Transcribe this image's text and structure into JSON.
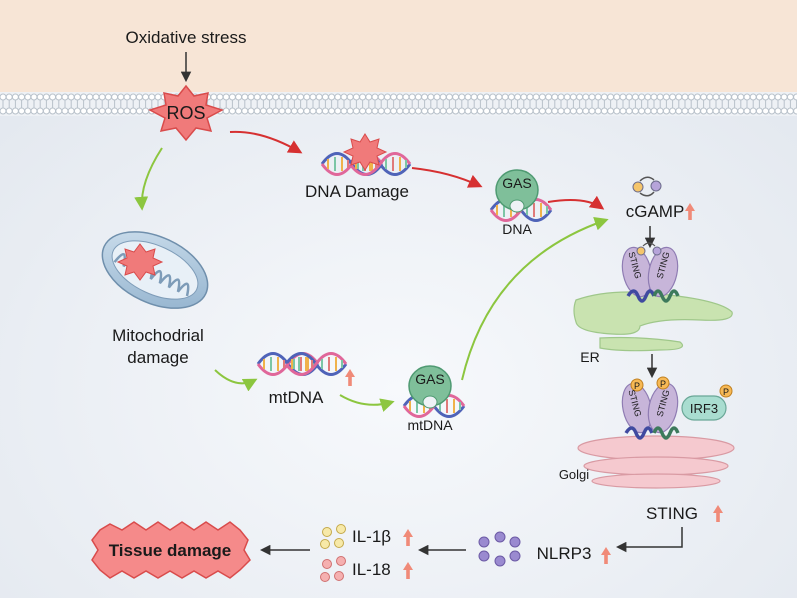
{
  "labels": {
    "oxidative_stress": "Oxidative stress",
    "ros": "ROS",
    "dna_damage": "DNA Damage",
    "gas_top": "GAS",
    "dna": "DNA",
    "cgamp": "cGAMP",
    "mito_line1": "Mitochodrial",
    "mito_line2": "damage",
    "mtdna": "mtDNA",
    "gas_bottom": "GAS",
    "mtdna_small": "mtDNA",
    "sting": "STING",
    "er": "ER",
    "p": "P",
    "irf3": "IRF3",
    "golgi": "Golgi",
    "sting_main": "STING",
    "nlrp3": "NLRP3",
    "il1b": "IL-1β",
    "il18": "IL-18",
    "tissue_damage": "Tissue damage"
  },
  "colors": {
    "membrane_top": "#f7e5d6",
    "membrane_lipid": "#b8c1ca",
    "cell_bg": "#e9edf3",
    "red_arrow": "#d63031",
    "green_arrow": "#8cc63f",
    "up_arrow": "#f08a78",
    "ros_fill": "#f07a7a",
    "gas_fill": "#7fbf9a",
    "sting_fill": "#c7b5d9",
    "er_fill": "#c9e3b0",
    "golgi_fill": "#f5c9cf",
    "p_fill": "#f7b955",
    "nlrp3_dots": "#9a8ad0"
  }
}
